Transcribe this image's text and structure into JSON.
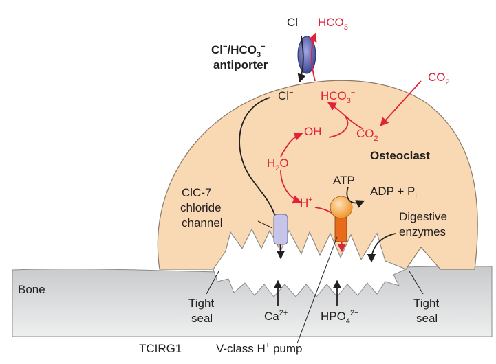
{
  "diagram": {
    "labels": {
      "cl_top": "Cl",
      "cl_top_sup": "−",
      "hco3_top": "HCO",
      "hco3_top_sub": "3",
      "hco3_top_sup": "−",
      "antiporter_line1": "Cl",
      "antiporter_line1_sup": "−",
      "antiporter_line1_rest": "/HCO",
      "antiporter_line1_sub": "3",
      "antiporter_line1_sup2": "−",
      "antiporter_line2": "antiporter",
      "co2_right": "CO",
      "co2_right_sub": "2",
      "cl_inside": "Cl",
      "cl_inside_sup": "−",
      "hco3_inside": "HCO",
      "hco3_inside_sub": "3",
      "hco3_inside_sup": "−",
      "oh": "OH",
      "oh_sup": "−",
      "co2_inside": "CO",
      "co2_inside_sub": "2",
      "osteoclast": "Osteoclast",
      "h2o": "H",
      "h2o_sub": "2",
      "h2o_rest": "O",
      "atp": "ATP",
      "adp": "ADP + P",
      "adp_sub": "i",
      "hplus": "H",
      "hplus_sup": "+",
      "clc7_line1": "ClC-7",
      "clc7_line2": "chloride",
      "clc7_line3": "channel",
      "digestive_line1": "Digestive",
      "digestive_line2": "enzymes",
      "bone": "Bone",
      "tight_left_1": "Tight",
      "tight_left_2": "seal",
      "tight_right_1": "Tight",
      "tight_right_2": "seal",
      "ca": "Ca",
      "ca_sup": "2+",
      "hpo4": "HPO",
      "hpo4_sub": "4",
      "hpo4_sup": "2−",
      "tcirg1": "TCIRG1",
      "vclass": "V-class H",
      "vclass_sup": "+",
      "vclass_rest": " pump"
    },
    "colors": {
      "cell_fill": "#f8d9b3",
      "bone_fill": "#d6d7d8",
      "pit_fill": "#ffffff",
      "red": "#e0223a",
      "antiporter": "#6d73c3",
      "channel": "#c7c4ea",
      "pump_head": "#f4a23a",
      "pump_stem": "#e76b1a",
      "ink": "#231f20"
    }
  }
}
